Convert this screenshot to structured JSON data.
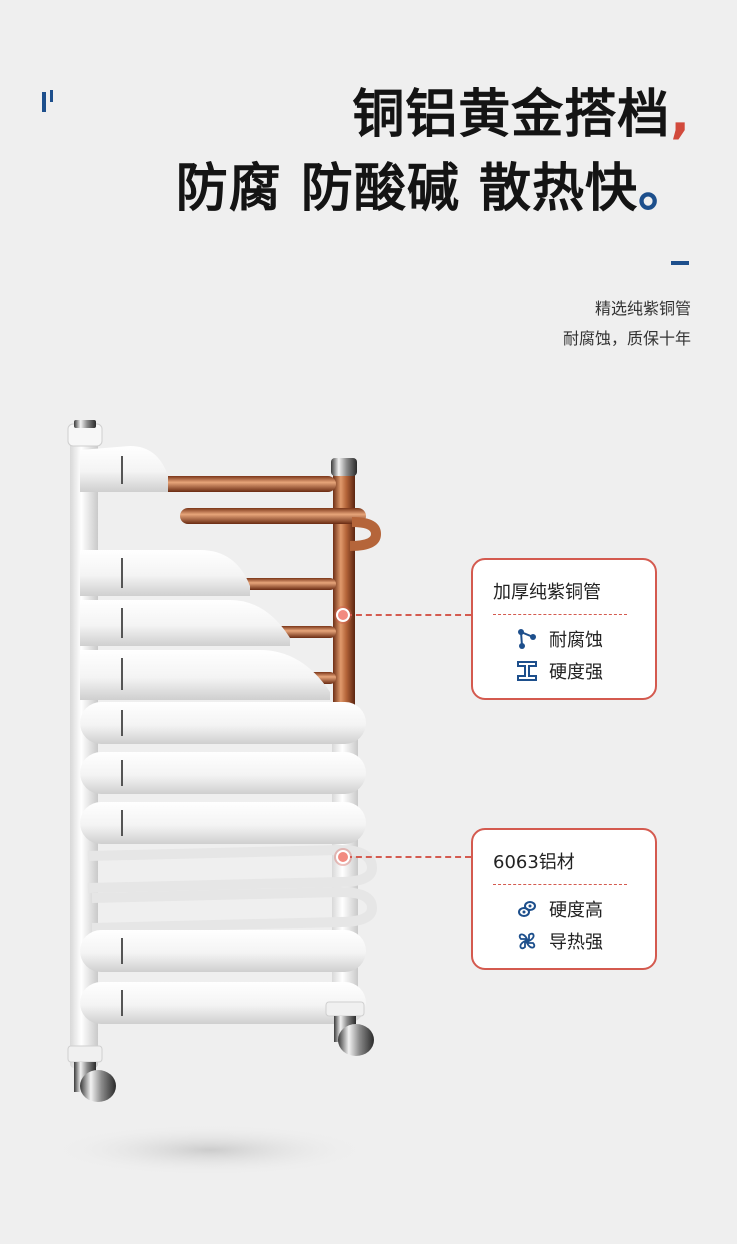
{
  "headline": {
    "line1": "铜铝黄金搭档",
    "line1_mark": ",",
    "line2": "防腐 防酸碱 散热快",
    "line2_mark": "。"
  },
  "subtext": {
    "line1": "精选纯紫铜管",
    "line2": "耐腐蚀，质保十年"
  },
  "callouts": [
    {
      "title": "加厚纯紫铜管",
      "features": [
        {
          "icon": "molecule-icon",
          "label": "耐腐蚀"
        },
        {
          "icon": "i-beam-icon",
          "label": "硬度强"
        }
      ]
    },
    {
      "title": "6063铝材",
      "features": [
        {
          "icon": "pipes-icon",
          "label": "硬度高"
        },
        {
          "icon": "fan-icon",
          "label": "导热强"
        }
      ]
    }
  ],
  "colors": {
    "accent_blue": "#1d4f8c",
    "accent_red": "#d24a3c",
    "callout_border": "#d45a4f",
    "copper": "#b5653a"
  }
}
